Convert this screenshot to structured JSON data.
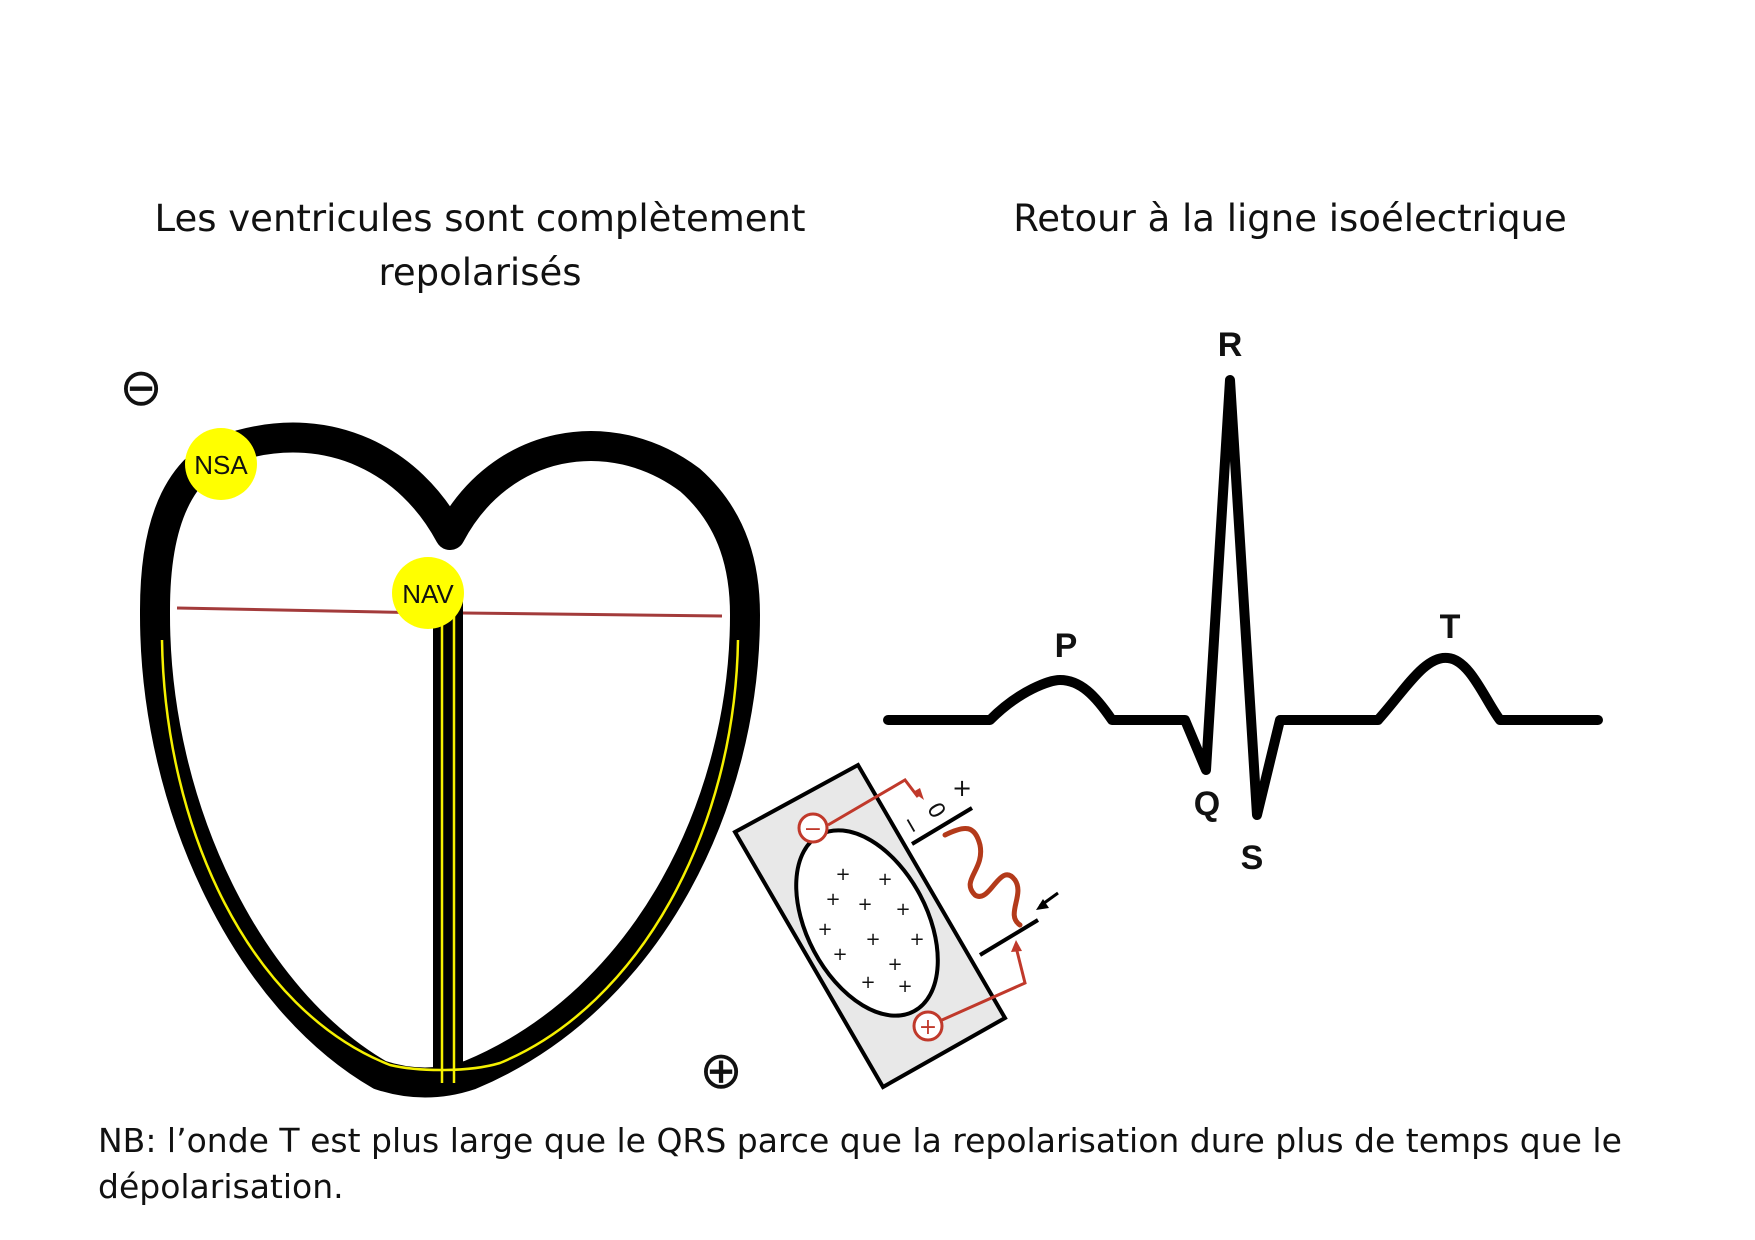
{
  "titles": {
    "left_line1": "Les ventricules sont complètement",
    "left_line2": "repolarisés",
    "right": "Retour à la ligne isoélectrique"
  },
  "heart": {
    "node_sa": "NSA",
    "node_av": "NAV",
    "negative_pole": "⊖",
    "positive_pole": "⊕"
  },
  "ecg": {
    "P": "P",
    "Q": "Q",
    "R": "R",
    "S": "S",
    "T": "T"
  },
  "electrode_box": {
    "negative": "−",
    "positive": "+",
    "meter_minus": "−",
    "meter_zero": "0",
    "meter_plus": "+",
    "cell_charge": "+"
  },
  "note": "NB: l’onde T est plus large que le QRS parce que la repolarisation dure plus de temps que le dépolarisation.",
  "colors": {
    "wall": "#000000",
    "conduction": "#f5f000",
    "node_fill": "#ffff00",
    "border_line": "#a33b3b",
    "electrode_red": "#c0392b",
    "box_fill": "#e8e8e8"
  }
}
